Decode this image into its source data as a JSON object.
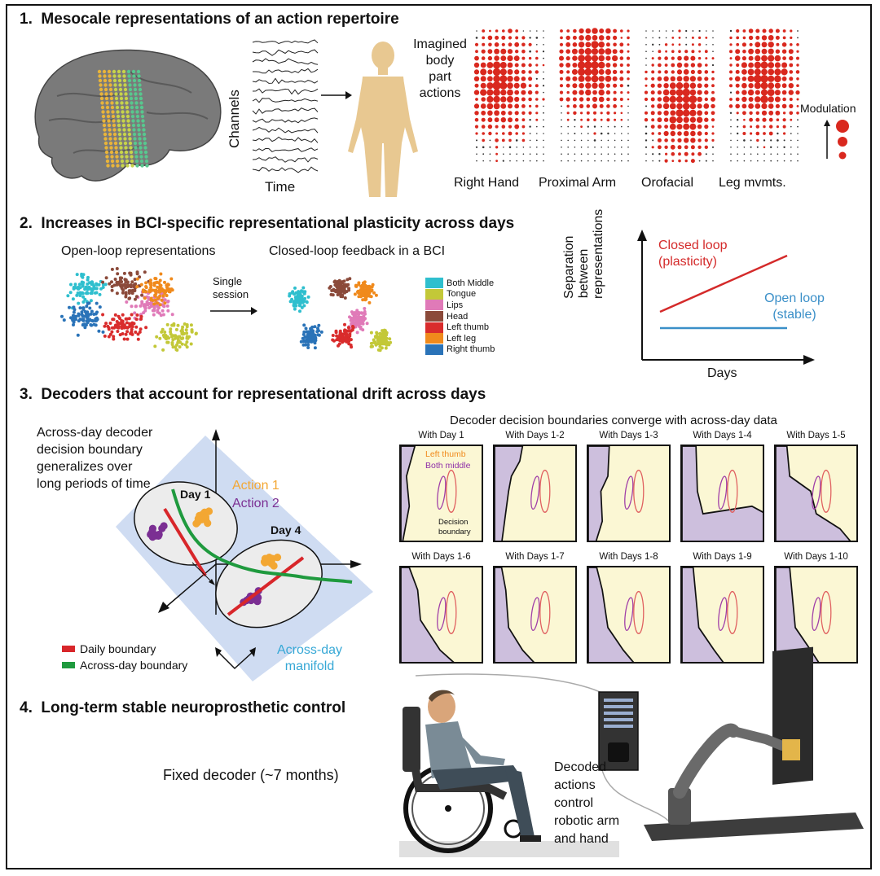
{
  "sections": [
    {
      "number": "1.",
      "title": "Mesocale representations of an action repertoire"
    },
    {
      "number": "2.",
      "title": "Increases in BCI-specific representational plasticity across days"
    },
    {
      "number": "3.",
      "title": "Decoders that account for representational drift across days"
    },
    {
      "number": "4.",
      "title": "Long-term stable neuroprosthetic control"
    }
  ],
  "section1": {
    "ylabel": "Channels",
    "xlabel": "Time",
    "imagined_label": "Imagined\nbody\npart\nactions",
    "maps": [
      "Right Hand",
      "Proximal Arm",
      "Orofacial",
      "Leg mvmts."
    ],
    "modulation_label": "Modulation",
    "colors": {
      "map_dot": "#d9281e",
      "body": "#e8c891",
      "brain": "#6f6f6f"
    }
  },
  "section2": {
    "open_loop_label": "Open-loop representations",
    "closed_loop_label": "Closed-loop feedback in a BCI",
    "single_session_label": "Single\nsession",
    "legend": [
      {
        "name": "Both Middle",
        "color": "#2fbfce"
      },
      {
        "name": "Tongue",
        "color": "#c3c838"
      },
      {
        "name": "Lips",
        "color": "#e07ab8"
      },
      {
        "name": "Head",
        "color": "#8b4a3a"
      },
      {
        "name": "Left thumb",
        "color": "#d92c2c"
      },
      {
        "name": "Left leg",
        "color": "#f08a1c"
      },
      {
        "name": "Right thumb",
        "color": "#2a73b8"
      }
    ],
    "plot": {
      "ylabel": "Separation\nbetween\nrepresentations",
      "xlabel": "Days",
      "closed_label": "Closed loop\n(plasticity)",
      "open_label": "Open loop\n(stable)",
      "closed_color": "#d42a2a",
      "open_color": "#3a8fc8"
    }
  },
  "section3": {
    "decoder_text": "Across-day decoder\ndecision boundary\ngeneralizes over\nlong periods of time",
    "action1": "Action 1",
    "action2": "Action 2",
    "day1": "Day 1",
    "day4": "Day 4",
    "legend_daily": "Daily boundary",
    "legend_across": "Across-day boundary",
    "manifold_label": "Across-day\nmanifold",
    "colors": {
      "action1": "#f3a733",
      "action2": "#7b2f93",
      "daily": "#d8262a",
      "across": "#1f9a3e",
      "manifold": "#cfdcf2",
      "manifold_text": "#36a8d6"
    },
    "grid_title": "Decoder decision boundaries converge with across-day data",
    "panels": [
      "With Day 1",
      "With Days 1-2",
      "With Days 1-3",
      "With Days 1-4",
      "With Days 1-5",
      "With Days 1-6",
      "With Days 1-7",
      "With Days 1-8",
      "With Days 1-9",
      "With Days 1-10"
    ],
    "panel_legend_left_thumb": "Left thumb",
    "panel_legend_both_middle": "Both middle",
    "decision_boundary_label": "Decision\nboundary"
  },
  "section4": {
    "fixed_decoder": "Fixed decoder (~7 months)",
    "decoded_label": "Decoded\nactions\ncontrol\nrobotic arm\nand hand"
  }
}
